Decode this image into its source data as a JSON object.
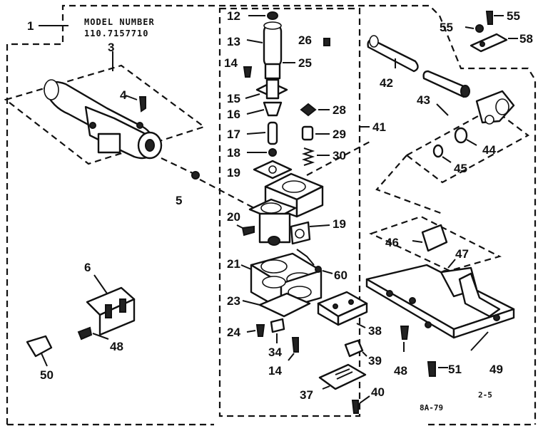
{
  "header": {
    "model_heading": "MODEL NUMBER",
    "model_number": "110.7157710"
  },
  "footer": {
    "page_code": "2-5",
    "drawing_code": "8A-79"
  },
  "callouts": [
    "1",
    "3",
    "4",
    "5",
    "6",
    "48",
    "50",
    "12",
    "13",
    "14",
    "15",
    "16",
    "17",
    "18",
    "19",
    "20",
    "19",
    "21",
    "23",
    "24",
    "34",
    "14",
    "25",
    "26",
    "28",
    "29",
    "30",
    "41",
    "60",
    "38",
    "39",
    "37",
    "40",
    "55",
    "55",
    "58",
    "42",
    "43",
    "44",
    "45",
    "46",
    "47",
    "48",
    "51",
    "49"
  ]
}
